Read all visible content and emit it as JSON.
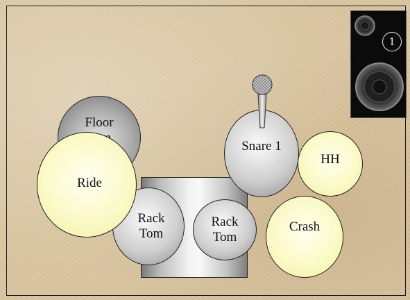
{
  "diagram": {
    "drums": {
      "floor_tom": "Floor\nTom",
      "ride": "Ride",
      "rack_tom_1": "Rack\nTom",
      "rack_tom_2": "Rack\nTom",
      "snare": "Snare 1",
      "hi_hat": "HH",
      "crash": "Crash"
    },
    "monitor": {
      "number": "1"
    }
  },
  "colors": {
    "background": "#d9c6a1",
    "cymbal": "#fbfac8",
    "drum_shell": "#c8c8c8",
    "monitor": "#0b0b0b"
  }
}
